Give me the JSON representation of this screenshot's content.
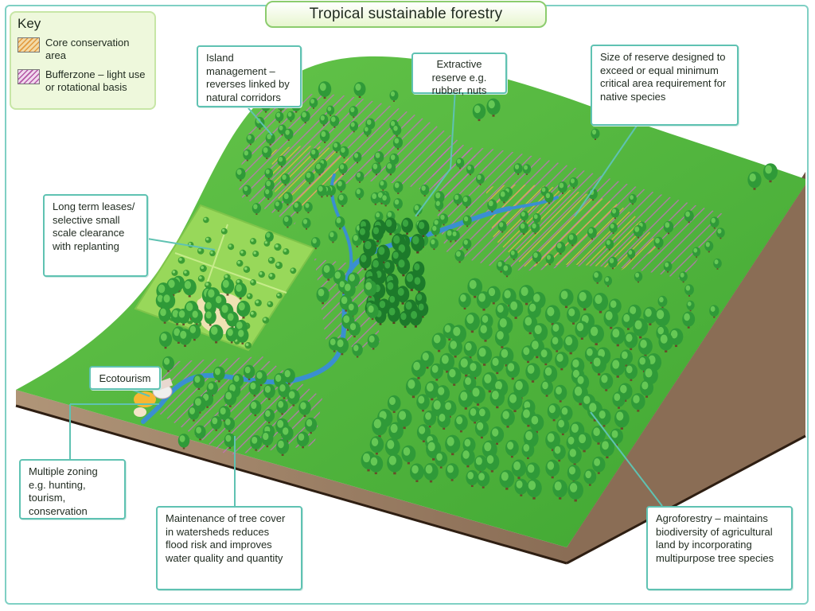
{
  "title": "Tropical sustainable forestry",
  "key": {
    "heading": "Key",
    "items": [
      {
        "label": "Core conservation area",
        "color": "#e39a3e"
      },
      {
        "label": "Bufferzone – light use or rotational basis",
        "color": "#b457a6"
      }
    ]
  },
  "callouts": {
    "island_management": "Island management – reverses linked by natural corridors",
    "extractive_reserve": "Extractive reserve e.g. rubber, nuts",
    "reserve_size": "Size of reserve designed to exceed or equal minimum critical area requirement for native species",
    "long_term_leases": "Long term leases/ selective small scale clearance with replanting",
    "ecotourism": "Ecotourism",
    "multiple_zoning": "Multiple zoning e.g. hunting, tourism, conservation",
    "watersheds": "Maintenance of tree cover in watersheds reduces flood risk and improves water quality and quantity",
    "agroforestry": "Agroforestry – maintains biodiversity of agricultural land by incorporating multipurpose tree species"
  },
  "colors": {
    "grass": "#4fb53a",
    "grass_light": "#6cc84a",
    "soil": "#9b8068",
    "soil_dark": "#3c2a1c",
    "river": "#3a8fd0",
    "tree_dark": "#1f8a2e",
    "tree_light": "#5cc24a",
    "callout_border": "#5fc2b2"
  }
}
